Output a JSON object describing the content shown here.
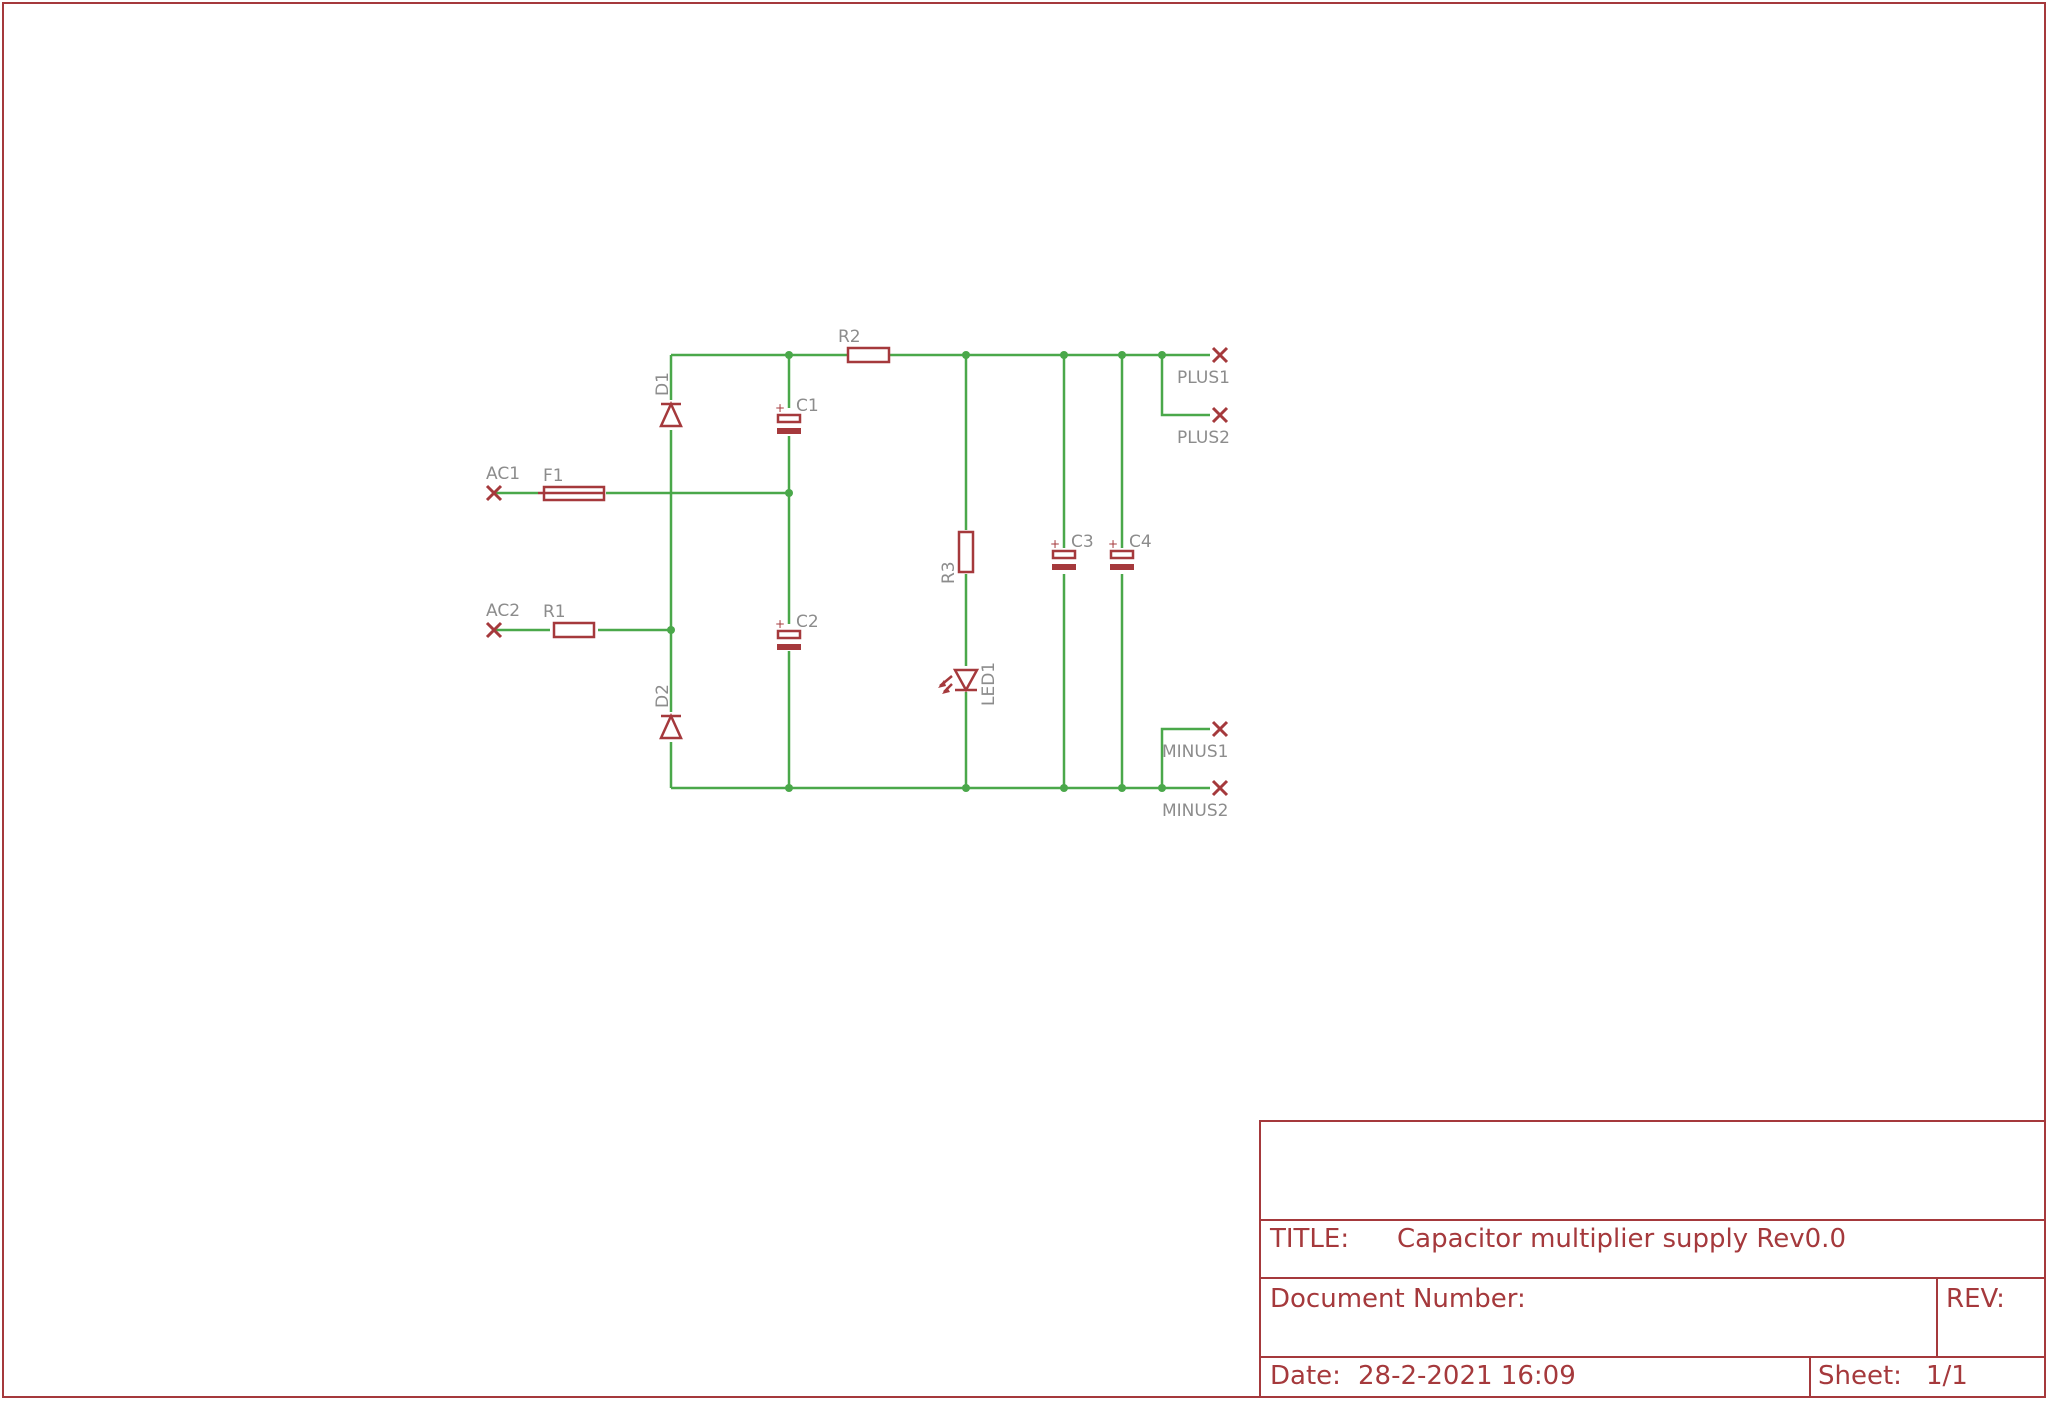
{
  "schematic": {
    "components": {
      "D1": "D1",
      "D2": "D2",
      "C1": "C1",
      "C2": "C2",
      "C3": "C3",
      "C4": "C4",
      "R1": "R1",
      "R2": "R2",
      "R3": "R3",
      "F1": "F1",
      "LED1": "LED1"
    },
    "plus_sign": "+",
    "ports": {
      "AC1": "AC1",
      "AC2": "AC2",
      "PLUS1": "PLUS1",
      "PLUS2": "PLUS2",
      "MINUS1": "MINUS1",
      "MINUS2": "MINUS2"
    }
  },
  "title_block": {
    "title_label": "TITLE:",
    "title_value": "Capacitor multiplier supply Rev0.0",
    "doc_number_label": "Document Number:",
    "rev_label": "REV:",
    "date_label": "Date:",
    "date_value": "28-2-2021 16:09",
    "sheet_label": "Sheet:",
    "sheet_value": "1/1"
  },
  "colors": {
    "frame": "#a5393c",
    "wire": "#4aa84a",
    "label": "#8c8c8c"
  }
}
